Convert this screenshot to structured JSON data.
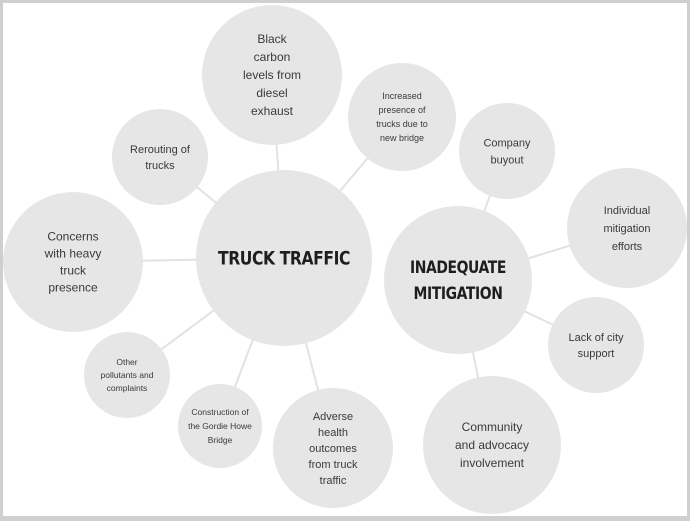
{
  "diagram": {
    "type": "bubble-map",
    "colors": {
      "background": "#ffffff",
      "frame": "#cfcfcf",
      "circle_fill": "#e6e6e6",
      "connector": "#e2e2e2",
      "text": "#3a3a3a",
      "hub_text": "#1e1e1e"
    },
    "hubs": [
      {
        "id": "truck-traffic",
        "lines": [
          "TRUCK TRAFFIC"
        ]
      },
      {
        "id": "inadequate-mitigation",
        "lines": [
          "INADEQUATE",
          "MITIGATION"
        ]
      }
    ],
    "nodes": [
      {
        "id": "black-carbon",
        "parent": "truck-traffic",
        "lines": [
          "Black",
          "carbon",
          "levels from",
          "diesel",
          "exhaust"
        ]
      },
      {
        "id": "rerouting",
        "parent": "truck-traffic",
        "lines": [
          "Rerouting of",
          "trucks"
        ]
      },
      {
        "id": "increased-presence",
        "parent": "truck-traffic",
        "lines": [
          "Increased",
          "presence of",
          "trucks due to",
          "new bridge"
        ]
      },
      {
        "id": "concerns-heavy-truck",
        "parent": "truck-traffic",
        "lines": [
          "Concerns",
          "with heavy",
          "truck",
          "presence"
        ]
      },
      {
        "id": "other-pollutants",
        "parent": "truck-traffic",
        "lines": [
          "Other",
          "pollutants and",
          "complaints"
        ]
      },
      {
        "id": "gordie-howe",
        "parent": "truck-traffic",
        "lines": [
          "Construction of",
          "the Gordie Howe",
          "Bridge"
        ]
      },
      {
        "id": "adverse-health",
        "parent": "truck-traffic",
        "lines": [
          "Adverse",
          "health",
          "outcomes",
          "from truck",
          "traffic"
        ]
      },
      {
        "id": "company-buyout",
        "parent": "inadequate-mitigation",
        "lines": [
          "Company",
          "buyout"
        ]
      },
      {
        "id": "individual-mitigation",
        "parent": "inadequate-mitigation",
        "lines": [
          "Individual",
          "mitigation",
          "efforts"
        ]
      },
      {
        "id": "lack-city-support",
        "parent": "inadequate-mitigation",
        "lines": [
          "Lack of city",
          "support"
        ]
      },
      {
        "id": "community-advocacy",
        "parent": "inadequate-mitigation",
        "lines": [
          "Community",
          "and advocacy",
          "involvement"
        ]
      }
    ]
  }
}
